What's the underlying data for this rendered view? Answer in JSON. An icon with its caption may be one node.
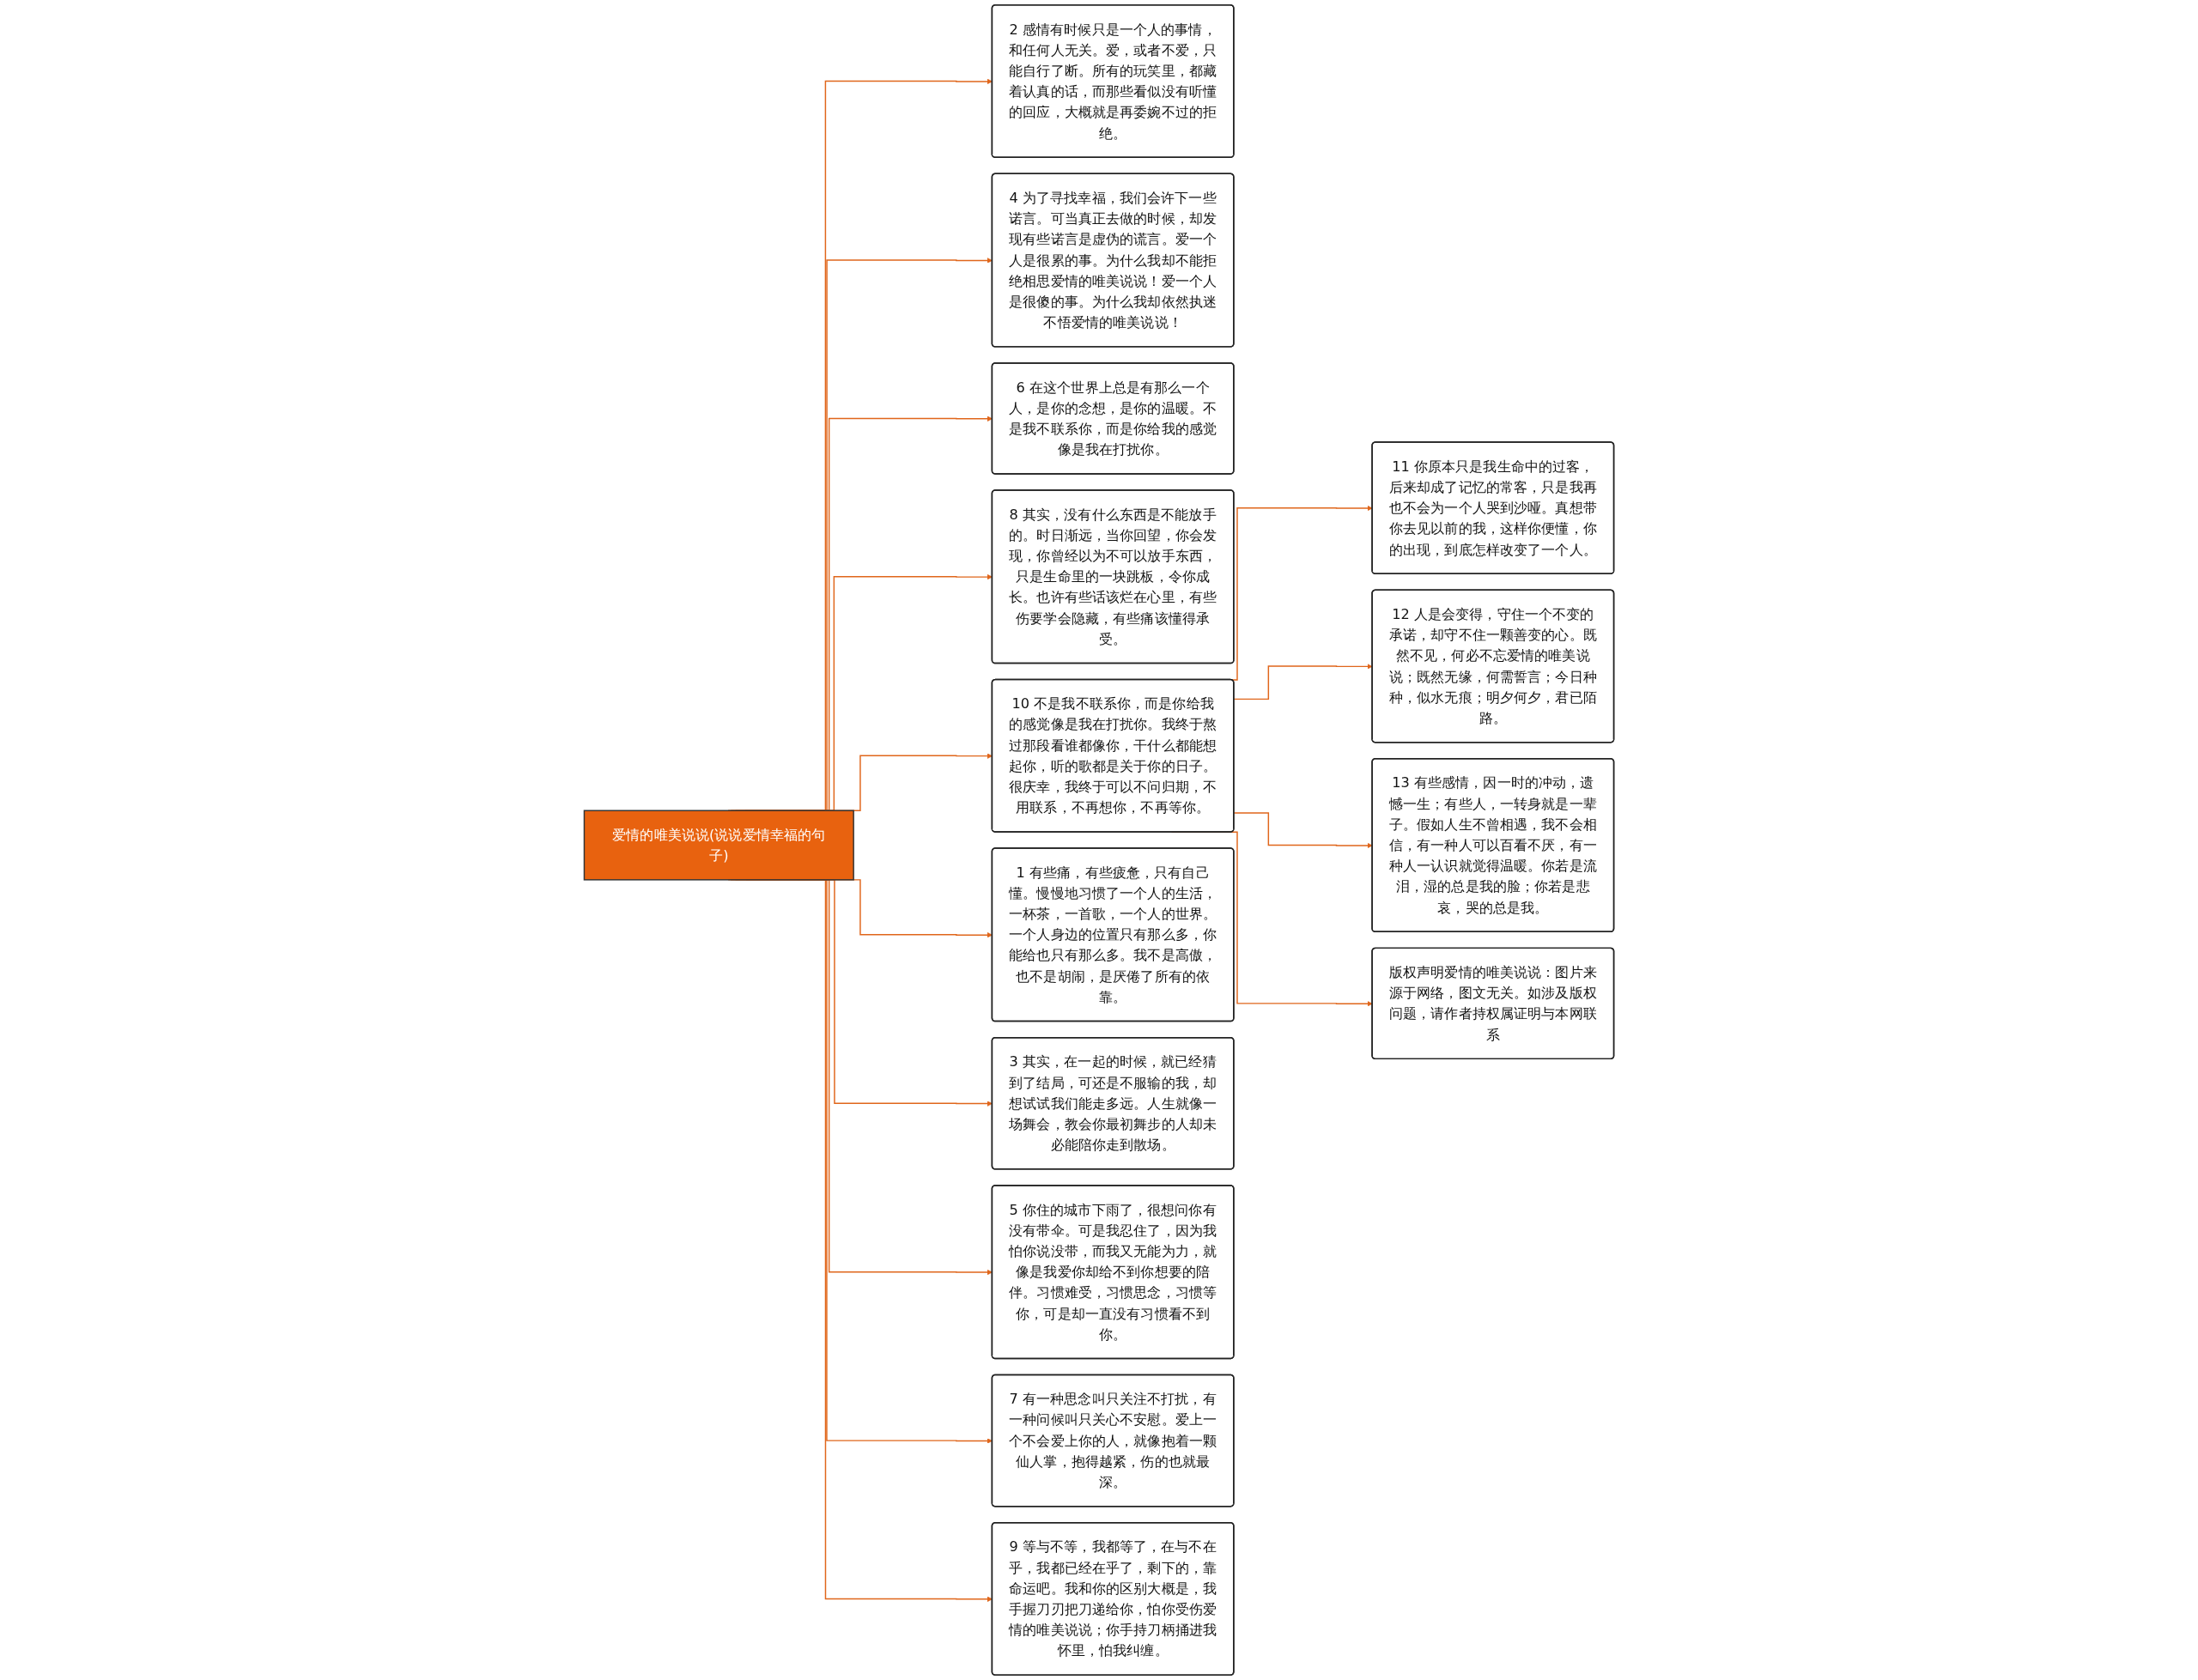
{
  "diagram": {
    "nodes": [
      {
        "text": [
          "爱情的唯美说说(说说爱情幸福的句子)"
        ]
      },
      {
        "text": [
          "2 感情有时候只是一个人的事情，和任何人无关。爱，或者不爱，只能自行了断。所有的玩笑里，都藏着认真的话，而那些看似没有听懂的回应，大概就是再委婉不过的拒绝。"
        ]
      },
      {
        "text": [
          "4 为了寻找幸福，我们会许下一些诺言。可当真正去做的时候，却发现有些诺言是虚伪的谎言。爱一个人是很累的事。为什么我却不能拒绝相思爱情的唯美说说！爱一个人是很傻的事。为什么我却依然执迷不悟爱情的唯美说说！"
        ]
      },
      {
        "text": [
          "6 在这个世界上总是有那么一个人，是你的念想，是你的温暖。不是我不联系你，而是你给我的感觉像是我在打扰你。"
        ]
      },
      {
        "text": [
          "8 其实，没有什么东西是不能放手的。时日渐远，当你回望，你会发现，你曾经以为不可以放手东西，只是生命里的一块跳板，令你成长。也许有些话该烂在心里，有些伤要学会隐藏，有些痛该懂得承受。"
        ]
      },
      {
        "text": [
          "10 不是我不联系你，而是你给我的感觉像是我在打扰你。我终于熬过那段看谁都像你，干什么都能想起你，听的歌都是关于你的日子。很庆幸，我终于可以不问归期，不用联系，不再想你，不再等你。"
        ]
      },
      {
        "text": [
          "11 你原本只是我生命中的过客，后来却成了记忆的常客，只是我再也不会为一个人哭到沙哑。真想带你去见以前的我，这样你便懂，你的出现，到底怎样改变了一个人。"
        ]
      },
      {
        "text": [
          "12 人是会变得，守住一个不变的承诺，却守不住一颗善变的心。既然不见，何必不忘爱情的唯美说说；既然无缘，何需誓言；今日种种，似水无痕；明夕何夕，君已陌路。"
        ]
      },
      {
        "text": [
          "13 有些感情，因一时的冲动，遗憾一生；有些人，一转身就是一辈子。假如人生不曾相遇，我不会相信，有一种人可以百看不厌，有一种人一认识就觉得温暖。你若是流泪，湿的总是我的脸；你若是悲哀，哭的总是我。"
        ]
      },
      {
        "text": [
          "版权声明爱情的唯美说说：图片来源于网络，图文无关。如涉及版权问题，请作者持权属证明与本网联系"
        ]
      },
      {
        "text": [
          "1 有些痛，有些疲惫，只有自己懂。慢慢地习惯了一个人的生活，一杯茶，一首歌，一个人的世界。一个人身边的位置只有那么多，你能给也只有那么多。我不是高傲，也不是胡闹，是厌倦了所有的依靠。"
        ]
      },
      {
        "text": [
          "3 其实，在一起的时候，就已经猜到了结局，可还是不服输的我，却想试试我们能走多远。人生就像一场舞会，教会你最初舞步的人却未必能陪你走到散场。"
        ]
      },
      {
        "text": [
          "5 你住的城市下雨了，很想问你有没有带伞。可是我忍住了，因为我怕你说没带，而我又无能为力，就像是我爱你却给不到你想要的陪伴。习惯难受，习惯思念，习惯等你，可是却一直没有习惯看不到你。"
        ]
      },
      {
        "text": [
          "7 有一种思念叫只关注不打扰，有一种问候叫只关心不安慰。爱上一个不会爱上你的人，就像抱着一颗仙人掌，抱得越紧，伤的也就最深。"
        ]
      },
      {
        "text": [
          "9 等与不等，我都等了，在与不在乎，我都已经在乎了，剩下的，靠命运吧。我和你的区别大概是，我手握刀刃把刀递给你，怕你受伤爱情的唯美说说；你手持刀柄捅进我怀里，怕我纠缠。"
        ]
      }
    ],
    "edges": [
      {
        "from": 0,
        "to": 1,
        "arrow": "to"
      },
      {
        "from": 0,
        "to": 2,
        "arrow": "to"
      },
      {
        "from": 0,
        "to": 3,
        "arrow": "to"
      },
      {
        "from": 0,
        "to": 4,
        "arrow": "to"
      },
      {
        "from": 0,
        "to": 5,
        "arrow": "to"
      },
      {
        "from": 5,
        "to": 6,
        "arrow": "to"
      },
      {
        "from": 5,
        "to": 7,
        "arrow": "to"
      },
      {
        "from": 5,
        "to": 8,
        "arrow": "to"
      },
      {
        "from": 5,
        "to": 9,
        "arrow": "to"
      },
      {
        "from": 0,
        "to": 10,
        "arrow": "to"
      },
      {
        "from": 0,
        "to": 11,
        "arrow": "to"
      },
      {
        "from": 0,
        "to": 12,
        "arrow": "to"
      },
      {
        "from": 0,
        "to": 13,
        "arrow": "to"
      },
      {
        "from": 0,
        "to": 14,
        "arrow": "to"
      }
    ]
  }
}
